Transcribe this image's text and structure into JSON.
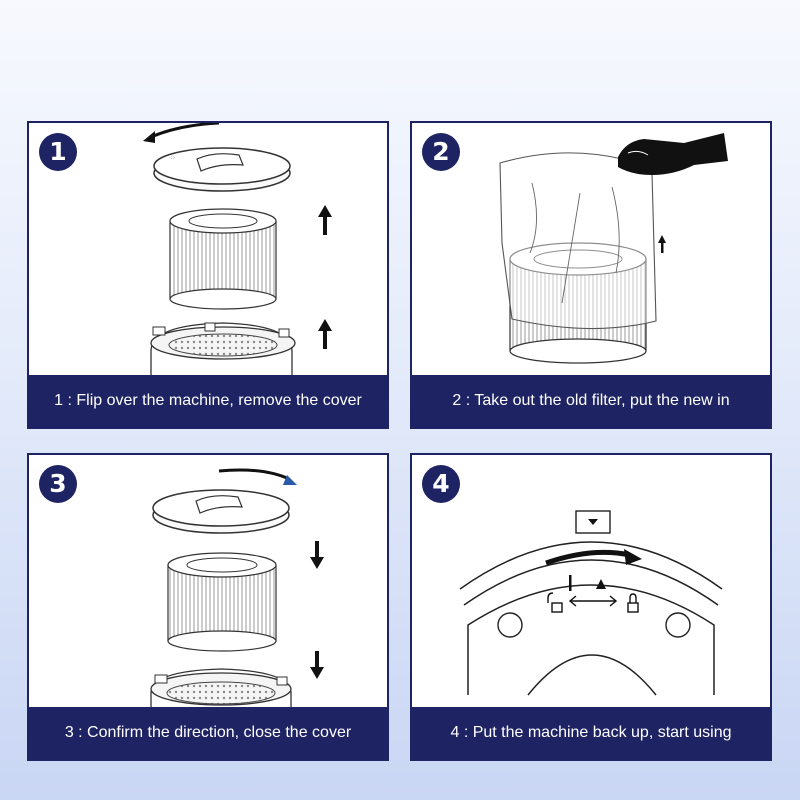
{
  "steps": [
    {
      "number": "1",
      "caption": "1 : Flip over the machine, remove the cover"
    },
    {
      "number": "2",
      "caption": "2 : Take out the old filter, put the new in"
    },
    {
      "number": "3",
      "caption": "3 : Confirm the direction, close the cover"
    },
    {
      "number": "4",
      "caption": "4 : Put the machine back up, start using"
    }
  ],
  "colors": {
    "navy": "#1e2363",
    "accent_blue": "#2b5aa8",
    "line": "#222222"
  }
}
